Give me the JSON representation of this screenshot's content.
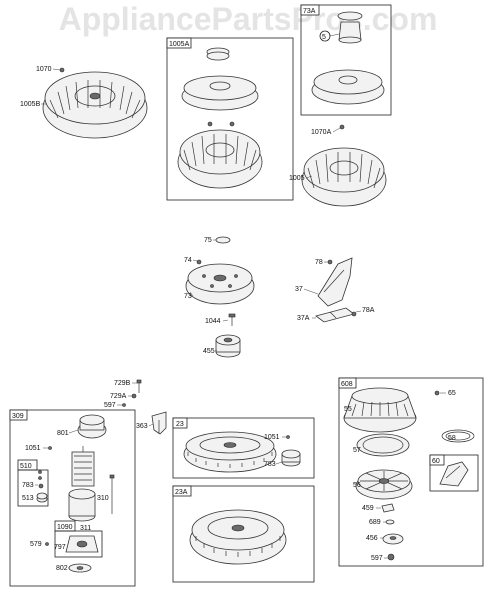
{
  "watermark": "AppliancePartsPros.com",
  "labels": {
    "p1070": "1070",
    "p1005B": "1005B",
    "p1005A": "1005A",
    "p73A": "73A",
    "p5": "5",
    "p1070A": "1070A",
    "p1005": "1005",
    "p75": "75",
    "p74": "74",
    "p78": "78",
    "p73": "73",
    "p37": "37",
    "p37A": "37A",
    "p78A": "78A",
    "p1044": "1044",
    "p455": "455",
    "p729B": "729B",
    "p729A": "729A",
    "p597a": "597",
    "p309": "309",
    "p801": "801",
    "p363": "363",
    "p1051a": "1051",
    "p510": "510",
    "p783a": "783",
    "p513": "513",
    "p310": "310",
    "p1090": "1090",
    "p311": "311",
    "p579": "579",
    "p797": "797",
    "p802": "802",
    "p23": "23",
    "p1051b": "1051",
    "p783b": "783",
    "p23A": "23A",
    "p608": "608",
    "p55": "55",
    "p65": "65",
    "p58": "58",
    "p57": "57",
    "p60": "60",
    "p56": "56",
    "p459": "459",
    "p689": "689",
    "p456": "456",
    "p597b": "597"
  }
}
